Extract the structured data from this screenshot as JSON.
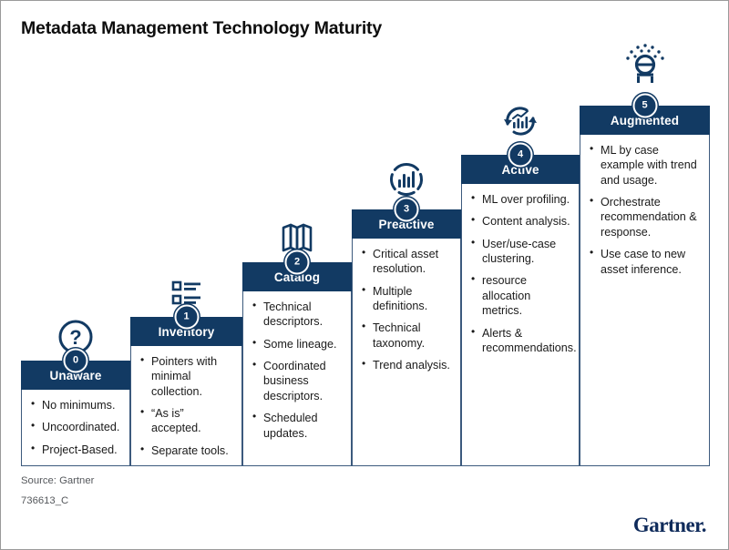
{
  "title": "Metadata Management Technology Maturity",
  "colors": {
    "header_navy": "#123a63",
    "icon_navy": "#123a63",
    "body_text": "#1a1a1a",
    "border": "#3c5a7d",
    "footer_text": "#55585c",
    "logo_navy": "#0f2b5b",
    "canvas_border": "#9a9a9a"
  },
  "steps": [
    {
      "level": "0",
      "name": "Unaware",
      "icon": "question-mark-circle-icon",
      "bullets": [
        "No minimums.",
        "Uncoordinated.",
        "Project-Based."
      ]
    },
    {
      "level": "1",
      "name": "Inventory",
      "icon": "bulleted-list-icon",
      "bullets": [
        "Pointers with minimal collection.",
        "“As is” accepted.",
        "Separate tools."
      ]
    },
    {
      "level": "2",
      "name": "Catalog",
      "icon": "folded-map-icon",
      "bullets": [
        "Technical descriptors.",
        "Some lineage.",
        "Coordinated business descriptors.",
        "Scheduled updates."
      ]
    },
    {
      "level": "3",
      "name": "Preactive",
      "icon": "bar-chart-dashed-circle-icon",
      "bullets": [
        "Critical asset resolution.",
        "Multiple definitions.",
        "Technical taxonomy.",
        "Trend analysis."
      ]
    },
    {
      "level": "4",
      "name": "Active",
      "icon": "refresh-cycle-chart-icon",
      "bullets": [
        "ML over profiling.",
        "Content analysis.",
        "User/use-case clustering.",
        "resource allocation metrics.",
        "Alerts & recommendations."
      ]
    },
    {
      "level": "5",
      "name": "Augmented",
      "icon": "ai-lightbulb-sparkle-icon",
      "bullets": [
        "ML by case example with trend and usage.",
        "Orchestrate recommendation & response.",
        "Use case to new asset inference."
      ]
    }
  ],
  "footer": {
    "source": "Source: Gartner",
    "doc_id": "736613_C",
    "logo": "Gartner",
    "logo_dot": "."
  }
}
